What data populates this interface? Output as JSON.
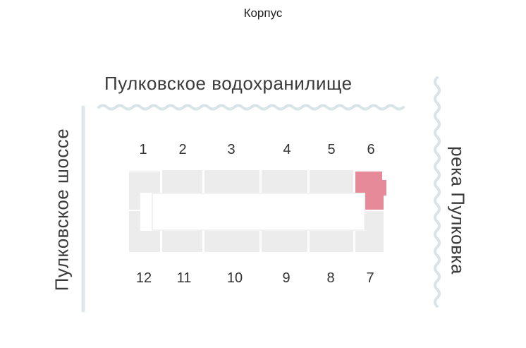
{
  "title": "Корпус",
  "labels": {
    "top": "Пулковское водохранилище",
    "left": "Пулковское шоссе",
    "right": "река Пулковка"
  },
  "sections": {
    "s1": "1",
    "s2": "2",
    "s3": "3",
    "s4": "4",
    "s5": "5",
    "s6": "6",
    "s7": "7",
    "s8": "8",
    "s9": "9",
    "s10": "10",
    "s11": "11",
    "s12": "12"
  },
  "colors": {
    "block": "#ececec",
    "block_stroke": "#ffffff",
    "highlight": "#e68a9a",
    "wave": "#d8e4e8",
    "line": "#dde6ea"
  }
}
